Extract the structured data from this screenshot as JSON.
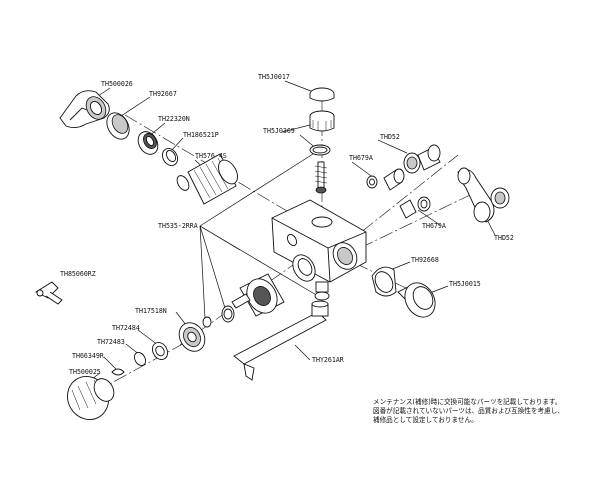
{
  "labels": {
    "th500026": "TH500026",
    "th92667": "TH92667",
    "th22320n": "TH22320N",
    "th186521p": "TH186521P",
    "th576_45": "TH576-4S",
    "th5j0017": "TH5J0017",
    "th5j0369": "TH5J0369",
    "thd52_top": "THD52",
    "th679a": "TH679A",
    "th535_2rra": "TH535-2RRA",
    "th679a_2": "TH679A",
    "thd52_right": "THD52",
    "th92668": "TH92668",
    "th5j0015": "TH5J0015",
    "th85060rz": "TH85060RZ",
    "th17518n": "TH17518N",
    "th72484": "TH72484",
    "th72483": "TH72483",
    "th66349r": "TH66349R",
    "th500025": "TH500025",
    "thy261ar": "THY261AR"
  },
  "note": {
    "line1": "メンテナンス(補修)時に交換可能なパーツを記載しております。",
    "line2": "図番が記載されていないパーツは、品質および互換性を考慮し、",
    "line3": "補修品として設定しておりません。"
  }
}
